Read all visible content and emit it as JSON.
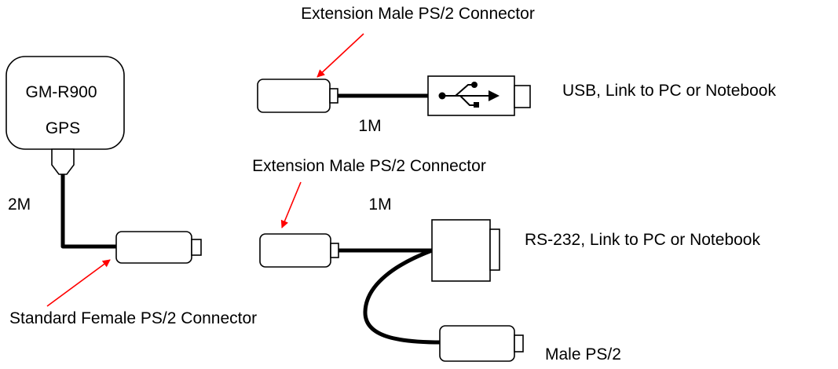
{
  "gps_unit": {
    "model": "GM-R900",
    "type": "GPS"
  },
  "cable_lengths": {
    "gps_cable": "2M",
    "usb_cable": "1M",
    "rs232_cable": "1M"
  },
  "labels": {
    "usb_extension_connector": "Extension Male PS/2 Connector",
    "usb_endpoint": "USB, Link to PC or Notebook",
    "rs232_extension_connector": "Extension Male PS/2 Connector",
    "rs232_endpoint": "RS-232, Link to PC or Notebook",
    "gps_female_connector": "Standard Female PS/2 Connector",
    "male_ps2_branch": "Male PS/2"
  },
  "colors": {
    "pointer_arrows": "#ff0000",
    "outline": "#000000"
  },
  "icons": {
    "usb_connector_symbol": "usb-trident-icon"
  }
}
